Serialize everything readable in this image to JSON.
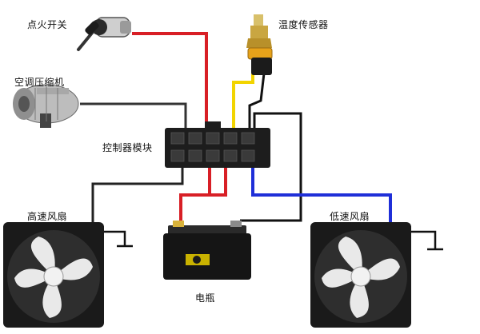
{
  "diagram": {
    "labels": {
      "ignition_switch": "点火开关",
      "temp_sensor": "温度传感器",
      "ac_compressor": "空调压缩机",
      "controller": "控制器模块",
      "high_speed_fan": "高速风扇",
      "low_speed_fan": "低速风扇",
      "battery": "电瓶"
    },
    "wire_colors": {
      "red": "#d81f26",
      "yellow": "#f2d400",
      "blue": "#1f2fd8",
      "black": "#111111"
    }
  }
}
